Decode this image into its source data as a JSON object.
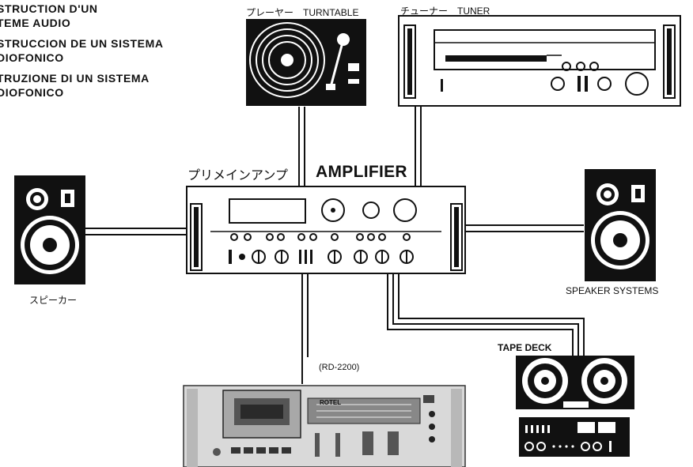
{
  "title_lines": [
    "STRUCTION D'UN",
    "TEME AUDIO",
    "STRUCCION DE UN SISTEMA",
    "DIOFONICO",
    "TRUZIONE DI UN SISTEMA",
    "DIOFONICO"
  ],
  "labels": {
    "turntable": "プレーヤー　TURNTABLE",
    "tuner": "チューナー　TUNER",
    "amplifier_jp": "プリメインアンプ",
    "amplifier": "AMPLIFIER",
    "speaker_left": "スピーカー",
    "speaker_right": "SPEAKER SYSTEMS",
    "tape_deck": "TAPE DECK",
    "cassette_model": "(RD-2200)"
  },
  "cassette_brand": "ROTEL"
}
